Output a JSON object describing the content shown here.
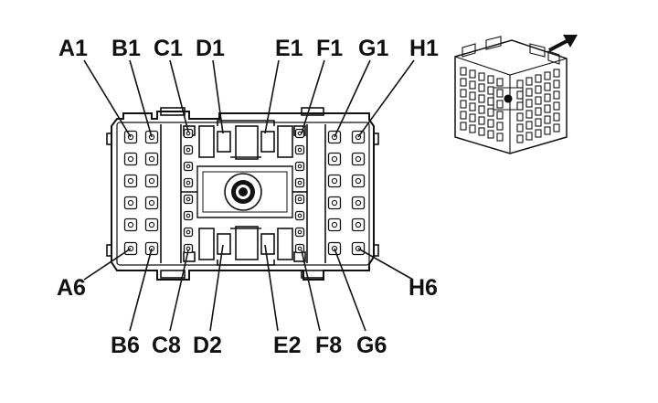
{
  "labels": {
    "top": [
      "A1",
      "B1",
      "C1",
      "D1",
      "E1",
      "F1",
      "G1",
      "H1"
    ],
    "left": "A6",
    "right": "H6",
    "bottom": [
      "B6",
      "C8",
      "D2",
      "E2",
      "F8",
      "G6"
    ]
  },
  "colors": {
    "ink": "#111111",
    "paper": "#ffffff"
  },
  "icons": {
    "direction": "arrow-up-right-icon",
    "connector": "connector-3d-view"
  }
}
